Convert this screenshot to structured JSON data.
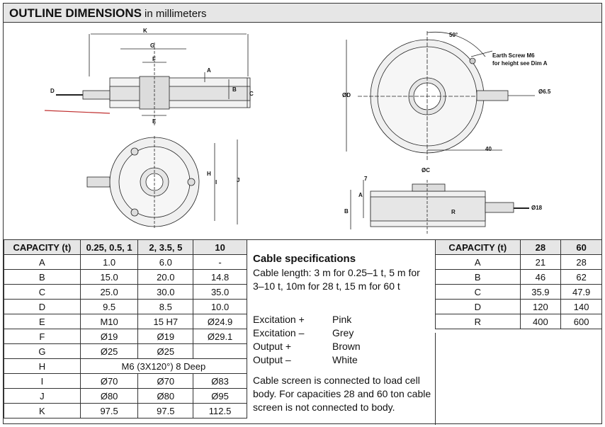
{
  "title": {
    "bold": "OUTLINE DIMENSIONS",
    "rest": "in millimeters"
  },
  "drawing_labels": {
    "k": "K",
    "g": "G",
    "f": "F",
    "a": "A",
    "b": "B",
    "c": "C",
    "d": "D",
    "e": "E",
    "h": "H",
    "i": "I",
    "j": "J",
    "angle": "50°",
    "earth1": "Earth Screw M6",
    "earth2": "for height see Dim A",
    "od": "ØD",
    "o65": "Ø6.5",
    "forty": "40",
    "oc": "ØC",
    "seven": "7",
    "a2": "A",
    "b2": "B",
    "r": "R",
    "o18": "Ø18"
  },
  "left_table": {
    "headers": [
      "CAPACITY (t)",
      "0.25, 0.5, 1",
      "2, 3.5, 5",
      "10"
    ],
    "rows": [
      [
        "A",
        "1.0",
        "6.0",
        "-"
      ],
      [
        "B",
        "15.0",
        "20.0",
        "14.8"
      ],
      [
        "C",
        "25.0",
        "30.0",
        "35.0"
      ],
      [
        "D",
        "9.5",
        "8.5",
        "10.0"
      ],
      [
        "E",
        "M10",
        "15 H7",
        "Ø24.9"
      ],
      [
        "F",
        "Ø19",
        "Ø19",
        "Ø29.1"
      ],
      [
        "G",
        "Ø25",
        "Ø25",
        ""
      ],
      [
        "H",
        "M6 (3X120°) 8 Deep"
      ],
      [
        "I",
        "Ø70",
        "Ø70",
        "Ø83"
      ],
      [
        "J",
        "Ø80",
        "Ø80",
        "Ø95"
      ],
      [
        "K",
        "97.5",
        "97.5",
        "112.5"
      ]
    ]
  },
  "cable": {
    "heading": "Cable specifications",
    "length_text": "Cable length: 3 m for 0.25–1 t, 5 m for 3–10 t, 10m for 28 t, 15 m for 60 t",
    "wires": [
      [
        "Excitation +",
        "Pink"
      ],
      [
        "Excitation –",
        "Grey"
      ],
      [
        "Output +",
        "Brown"
      ],
      [
        "Output –",
        "White"
      ]
    ],
    "note": "Cable screen is connected to load cell body. For capacities 28 and 60 ton cable screen is not connected to body."
  },
  "right_table": {
    "headers": [
      "CAPACITY (t)",
      "28",
      "60"
    ],
    "rows": [
      [
        "A",
        "21",
        "28"
      ],
      [
        "B",
        "46",
        "62"
      ],
      [
        "C",
        "35.9",
        "47.9"
      ],
      [
        "D",
        "120",
        "140"
      ],
      [
        "R",
        "400",
        "600"
      ]
    ]
  }
}
